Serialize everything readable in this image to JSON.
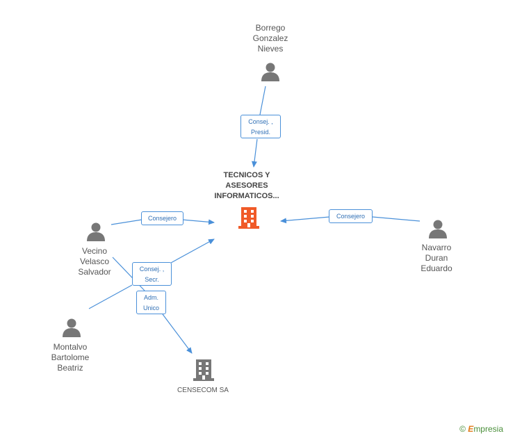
{
  "nodes": {
    "borrego": {
      "label": "Borrego\nGonzalez\nNieves"
    },
    "tecnicos": {
      "label": "TECNICOS Y\nASESORES\nINFORMATICOS..."
    },
    "vecino": {
      "label": "Vecino\nVelasco\nSalvador"
    },
    "navarro": {
      "label": "Navarro\nDuran\nEduardo"
    },
    "montalvo": {
      "label": "Montalvo\nBartolome\nBeatriz"
    },
    "censecom": {
      "label": "CENSECOM SA"
    }
  },
  "edges": {
    "borrego_tecnicos": "Consej. ,\nPresid.",
    "vecino_tecnicos": "Consejero",
    "navarro_tecnicos": "Consejero",
    "montalvo_tecnicos": "Consej. ,\nSecr.",
    "vecino_censecom": "Adm.\nUnico"
  },
  "colors": {
    "edge": "#4a90d9",
    "person_icon": "#777777",
    "main_company_icon": "#f05a28",
    "company_icon": "#777777"
  },
  "footer": {
    "copyright": "©",
    "brand_first": "E",
    "brand_rest": "mpresia"
  }
}
